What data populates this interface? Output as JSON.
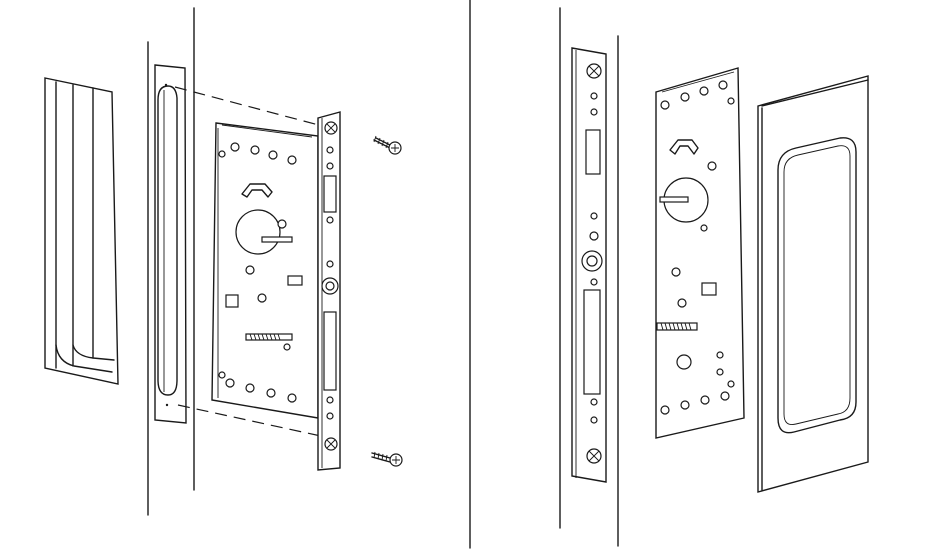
{
  "diagram": {
    "type": "installation-illustration",
    "colors": {
      "line": "#1a1a1a",
      "background": "#ffffff"
    },
    "panels": [
      {
        "id": "exploded-view",
        "parts": [
          "flush-pull-cup",
          "door-edge-pocket",
          "mortise-lock-body",
          "faceplate",
          "mounting-screws"
        ]
      },
      {
        "id": "assembled-view",
        "parts": [
          "faceplate",
          "mortise-lock-body",
          "flush-pull-cup"
        ]
      }
    ]
  }
}
